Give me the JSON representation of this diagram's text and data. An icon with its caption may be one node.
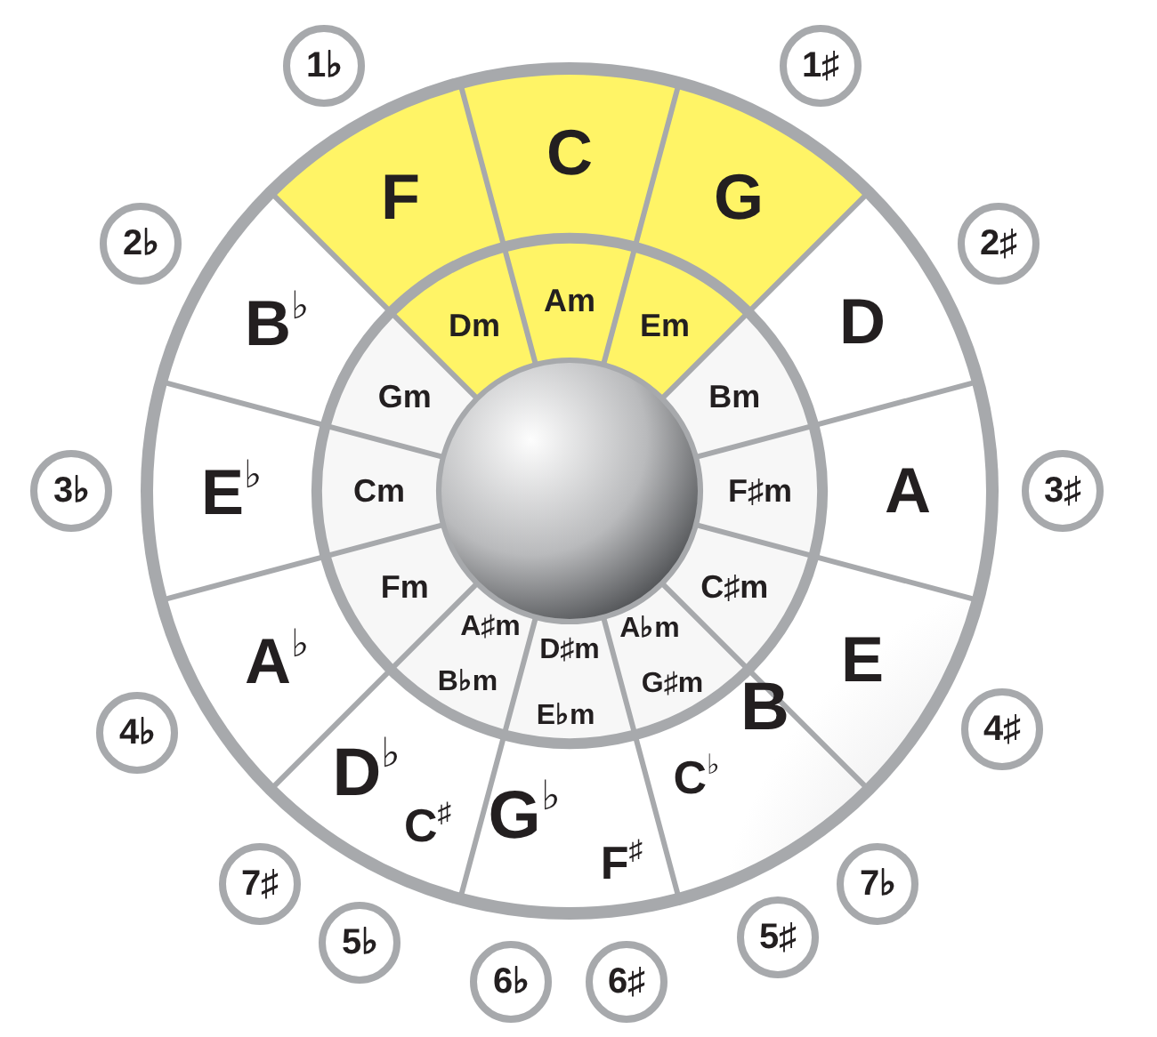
{
  "diagram": {
    "nodes": [
      {
        "text": [
          "C"
        ]
      },
      {
        "text": [
          "G"
        ]
      },
      {
        "text": [
          "D"
        ]
      },
      {
        "text": [
          "A"
        ]
      },
      {
        "text": [
          "E"
        ]
      },
      {
        "text": [
          "B",
          "C$^{♭}$"
        ]
      },
      {
        "text": [
          "G$^{♭}$",
          "F$^{♯}$"
        ]
      },
      {
        "text": [
          "D$^{♭}$",
          "C$^{♯}$"
        ]
      },
      {
        "text": [
          "A$^{♭}$"
        ]
      },
      {
        "text": [
          "E$^{♭}$"
        ]
      },
      {
        "text": [
          "B$^{♭}$"
        ]
      },
      {
        "text": [
          "F"
        ]
      },
      {
        "text": [
          "Am"
        ]
      },
      {
        "text": [
          "Em"
        ]
      },
      {
        "text": [
          "Bm"
        ]
      },
      {
        "text": [
          "F♯m"
        ]
      },
      {
        "text": [
          "C♯m"
        ]
      },
      {
        "text": [
          "A♭m",
          "G♯m"
        ]
      },
      {
        "text": [
          "D♯m",
          "E♭m"
        ]
      },
      {
        "text": [
          "A♯m",
          "B♭m"
        ]
      },
      {
        "text": [
          "Fm"
        ]
      },
      {
        "text": [
          "Cm"
        ]
      },
      {
        "text": [
          "Gm"
        ]
      },
      {
        "text": [
          "Dm"
        ]
      },
      {
        "text": [
          "1♭"
        ]
      },
      {
        "text": [
          "1♯"
        ]
      },
      {
        "text": [
          "2♭"
        ]
      },
      {
        "text": [
          "2♯"
        ]
      },
      {
        "text": [
          "3♭"
        ]
      },
      {
        "text": [
          "3♯"
        ]
      },
      {
        "text": [
          "4♭"
        ]
      },
      {
        "text": [
          "4♯"
        ]
      },
      {
        "text": [
          "7♯"
        ]
      },
      {
        "text": [
          "7♭"
        ]
      },
      {
        "text": [
          "5♭"
        ]
      },
      {
        "text": [
          "5♯"
        ]
      },
      {
        "text": [
          "6♭"
        ]
      },
      {
        "text": [
          "6♯"
        ]
      },
      {
        "text": [],
        "shape": "circle"
      }
    ]
  }
}
